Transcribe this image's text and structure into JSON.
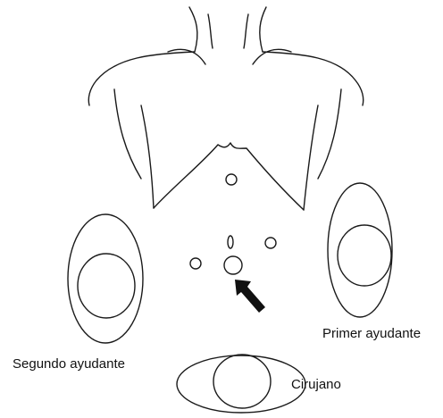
{
  "labels": {
    "second_assistant": "Segundo ayudante",
    "first_assistant": "Primer ayudante",
    "surgeon": "Cirujano"
  },
  "colors": {
    "stroke": "#1a1a1a",
    "arrow": "#111111",
    "background": "#ffffff"
  },
  "icons": {
    "arrow": "arrow-up-left-icon"
  }
}
